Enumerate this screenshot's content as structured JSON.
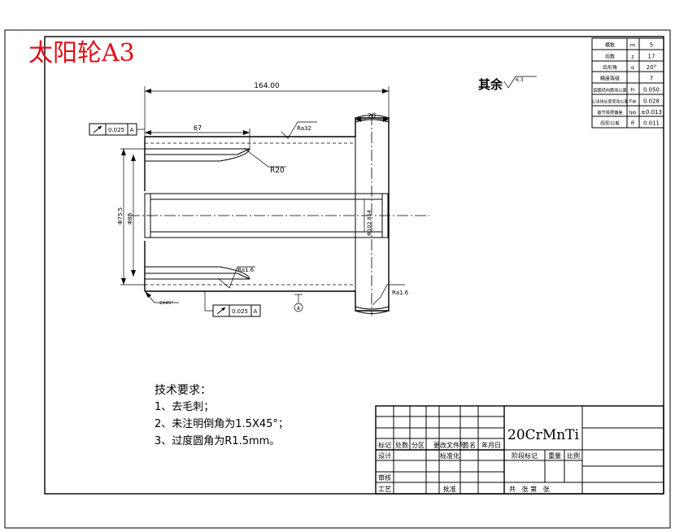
{
  "title": "太阳轮A3",
  "title_color": "#e0101a",
  "roughness_note": {
    "text": "其余",
    "value": "6.3"
  },
  "params": [
    {
      "name": "模数",
      "sym": "m",
      "val": "5"
    },
    {
      "name": "齿数",
      "sym": "z",
      "val": "17"
    },
    {
      "name": "齿形角",
      "sym": "α",
      "val": "20°"
    },
    {
      "name": "精度等级",
      "sym": "",
      "val": "7"
    },
    {
      "name": "齿圈径向跳动公差",
      "sym": "Fr",
      "val": "0.050"
    },
    {
      "name": "公法线长度变动公差",
      "sym": "Fw",
      "val": "0.028"
    },
    {
      "name": "基节极限偏差",
      "sym": "fpb",
      "val": "±0.013"
    },
    {
      "name": "齿形公差",
      "sym": "ff",
      "val": "0.011"
    }
  ],
  "dims": {
    "total_length": "164.00",
    "step_length": "67",
    "gear_width": "20",
    "fillet": "R20",
    "roughness_1": "Ra32",
    "roughness_2": "Ra1.6",
    "roughness_3": "Ra1.6",
    "chamfer": "2X45°",
    "dia_1": "Φ75.5",
    "dia_2": "Φ85",
    "bore": "Φ102.854",
    "datum": "A"
  },
  "gdt_top": {
    "tol": "0.025",
    "datum": "A"
  },
  "gdt_bottom": {
    "tol": "0.025",
    "datum": "A"
  },
  "tech": {
    "heading": "技术要求：",
    "items": [
      "1、去毛刺；",
      "2、未注明倒角为1.5X45°；",
      "3、过度圆角为R1.5mm。"
    ]
  },
  "title_block": {
    "material": "20CrMnTi",
    "row_labels": [
      "标记",
      "处数",
      "分区",
      "更改文件号",
      "签名",
      "年月日"
    ],
    "design": "设计",
    "standard": "标准化",
    "stage": "阶段标记",
    "weight": "重量",
    "scale": "比例",
    "review": "审核",
    "process": "工艺",
    "approve": "批准",
    "sheets": "共   张 第   张"
  }
}
